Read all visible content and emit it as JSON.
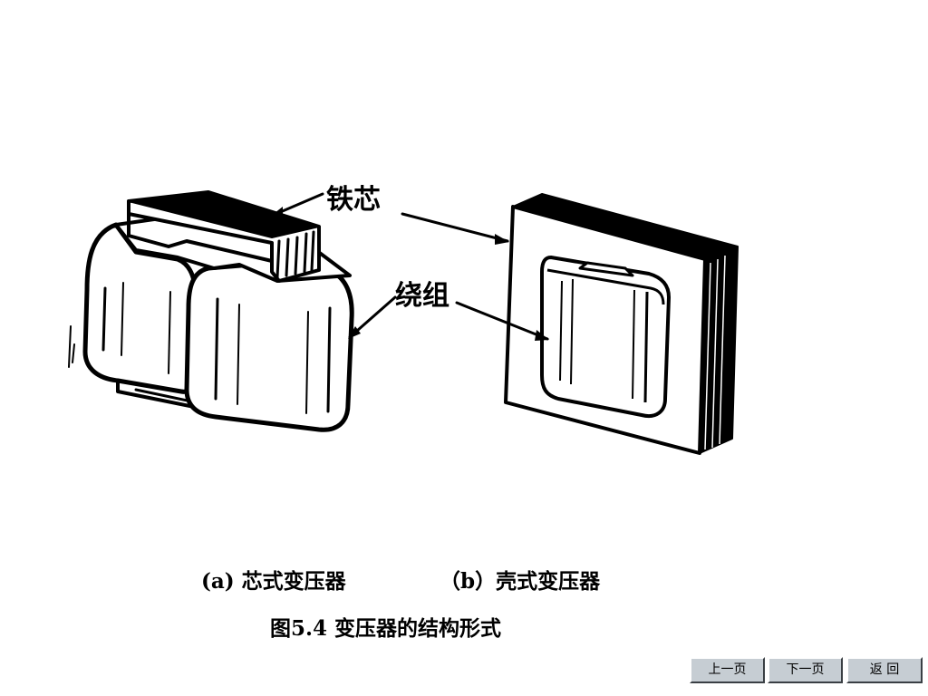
{
  "figure": {
    "label_core": "铁芯",
    "label_winding": "绕组",
    "caption_a": "(a) 芯式变压器",
    "caption_b": "（b）壳式变压器",
    "title": "图5.4  变压器的结构形式"
  },
  "nav": {
    "prev_label": "上一页",
    "next_label": "下一页",
    "back_label": "返  回"
  },
  "colors": {
    "ink": "#000000",
    "button_face": "#c6cdd3"
  }
}
